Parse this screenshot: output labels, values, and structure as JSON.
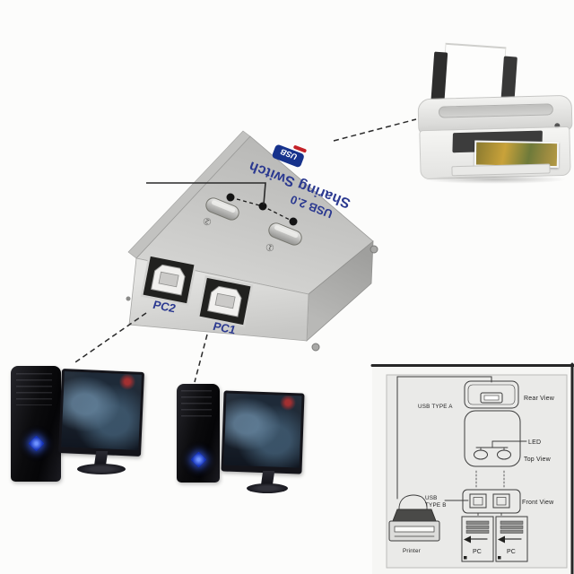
{
  "device": {
    "logo_text": "USB",
    "title": "Sharing Switch",
    "subtitle": "USB 2.0",
    "port_left_label": "PC2",
    "port_right_label": "PC1",
    "button_left_digit": "②",
    "button_right_digit": "①"
  },
  "diagram": {
    "rear_view": "Rear View",
    "usb_type_a": "USB TYPE A",
    "led": "LED",
    "top_view": "Top View",
    "front_view": "Front View",
    "usb_type_b_line1": "USB",
    "usb_type_b_line2": "TYPE B",
    "printer": "Printer",
    "pc_left": "PC",
    "pc_right": "PC"
  },
  "colors": {
    "device_print_navy": "#2b3990",
    "usb_logo_blue": "#16328c",
    "usb_logo_red": "#c42127",
    "led_dot_black": "#141414",
    "tower_logo_blue": "#2f5bd8",
    "annotation_line": "#2a2a2a",
    "diagram_line": "#3c3c3c"
  }
}
